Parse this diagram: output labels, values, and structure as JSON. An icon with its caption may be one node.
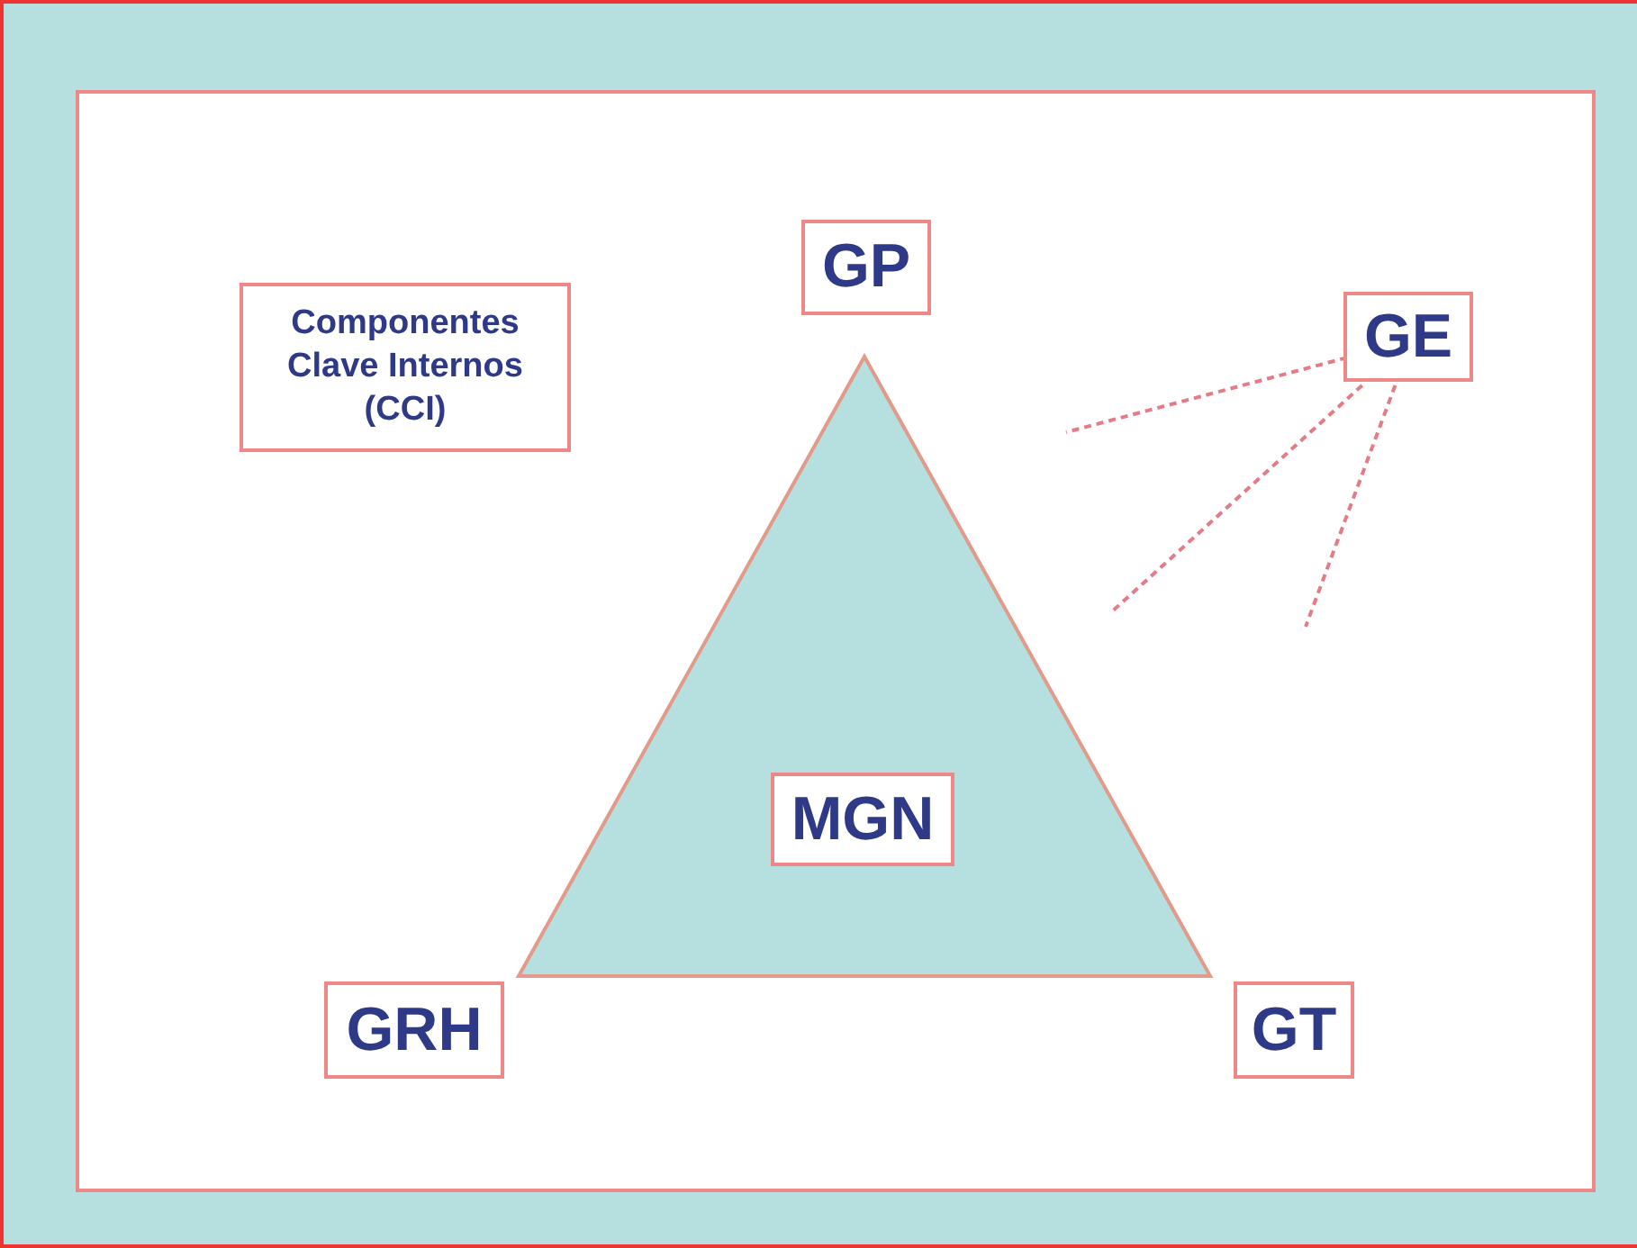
{
  "diagram": {
    "nodes": [
      {
        "text": [
          "Componentes Clave Internos (CCI)"
        ]
      },
      {
        "text": [
          "GP"
        ]
      },
      {
        "text": [
          "GE"
        ]
      },
      {
        "text": [],
        "shape": "triangle"
      },
      {
        "text": [
          "MGN"
        ],
        "in": 3
      },
      {
        "text": [
          "GRH"
        ]
      },
      {
        "text": [
          "GT"
        ]
      }
    ],
    "edges": [
      {
        "from": 2,
        "to": null,
        "arrow": "none",
        "style": "dashed"
      },
      {
        "from": 2,
        "to": null,
        "arrow": "none",
        "style": "dashed"
      },
      {
        "from": 2,
        "to": null,
        "arrow": "none",
        "style": "dashed"
      }
    ]
  }
}
